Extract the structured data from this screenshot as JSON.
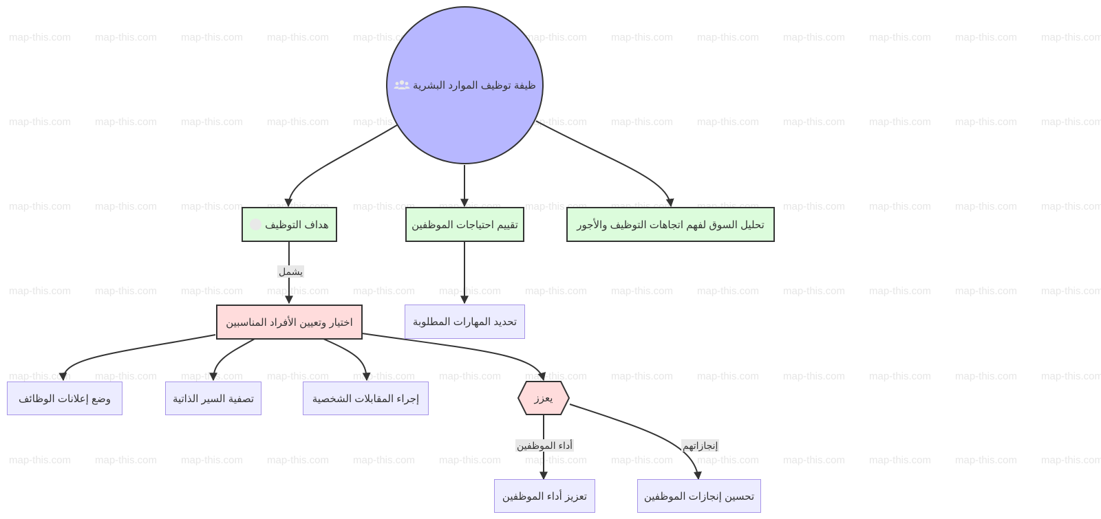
{
  "watermark": "map-this.com",
  "colors": {
    "root_fill": "#b7b7ff",
    "goal_fill": "#dcfcdc",
    "main_fill": "#ffdcdc",
    "task_fill": "#ececff",
    "task_border": "#a693e8",
    "edge": "#333333"
  },
  "nodes": {
    "root": {
      "label": "ظيفة توظيف الموارد البشرية",
      "icon": "users-icon"
    },
    "goals": {
      "label": "هداف التوظيف",
      "icon": "circle-icon"
    },
    "needs": {
      "label": "تقييم احتياجات الموظفين"
    },
    "market": {
      "label": "تحليل السوق لفهم اتجاهات التوظيف والأجور"
    },
    "select": {
      "label": "اختيار وتعيين الأفراد المناسبين"
    },
    "skills": {
      "label": "تحديد المهارات المطلوبة"
    },
    "ads": {
      "label": "وضع إعلانات الوظائف"
    },
    "cv": {
      "label": "تصفية السير الذاتية"
    },
    "interviews": {
      "label": "إجراء المقابلات الشخصية"
    },
    "enhance": {
      "label": "يعزز"
    },
    "perf": {
      "label": "تعزيز أداء الموظفين"
    },
    "achieve": {
      "label": "تحسين إنجازات الموظفين"
    }
  },
  "edge_labels": {
    "includes": "يشمل",
    "performance": "أداء الموظفين",
    "achievements": "إنجازاتهم"
  }
}
